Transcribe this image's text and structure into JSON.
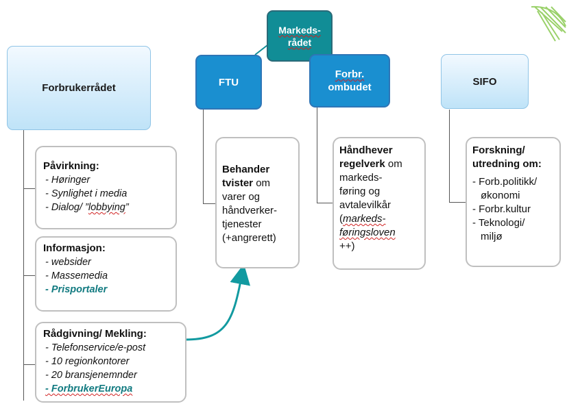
{
  "colors": {
    "header_light": "#cde9fa",
    "header_blue": "#1a8fd0",
    "header_teal": "#118d96",
    "accent_text": "#117a80",
    "arrow": "#129aa0",
    "card_border": "#bfbfbf",
    "leaf_decoration": "#9ad16a"
  },
  "headers": {
    "forbrukerradet": "Forbrukerrådet",
    "markedsradet_line1": "Markeds-",
    "markedsradet_line2": "rådet",
    "ftu": "FTU",
    "forbr_ombudet_line1": "Forbr.",
    "forbr_ombudet_line2": "ombudet",
    "sifo": "SIFO"
  },
  "left_cards": {
    "pavirkning": {
      "title": "Påvirkning:",
      "items": [
        "- Høringer",
        "- Synlighet i media",
        "- Dialog/ ”lobbying”"
      ]
    },
    "informasjon": {
      "title": "Informasjon:",
      "items": [
        "- websider",
        "- Massemedia",
        "- Prisportaler"
      ]
    },
    "radgivning": {
      "title": "Rådgivning/ Mekling:",
      "items": [
        "- Telefonservice/e-post",
        "- 10 regionkontorer",
        "- 20 bransjenemnder",
        "- ForbrukerEuropa"
      ]
    }
  },
  "ftu_card": {
    "bold_line1": "Behander",
    "bold_line2": "tvister",
    "rest_line2": " om",
    "lines": [
      "varer og",
      "håndverker-",
      "tjenester",
      "(+angrerett)"
    ]
  },
  "ombud_card": {
    "bold_line1": "Håndhever",
    "bold_line2": "regelverk",
    "rest_line2": " om",
    "lines": [
      "markeds-",
      "føring og",
      "avtalevilkår"
    ],
    "italic_open": "(",
    "italic_line1": "markeds-",
    "italic_line2": "føringsloven",
    "tail": "++)"
  },
  "sifo_card": {
    "title_line1": "Forskning/",
    "title_line2": "utredning om:",
    "items": [
      "- Forb.politikk/",
      "økonomi",
      "- Forbr.kultur",
      "- Teknologi/",
      "miljø"
    ]
  }
}
